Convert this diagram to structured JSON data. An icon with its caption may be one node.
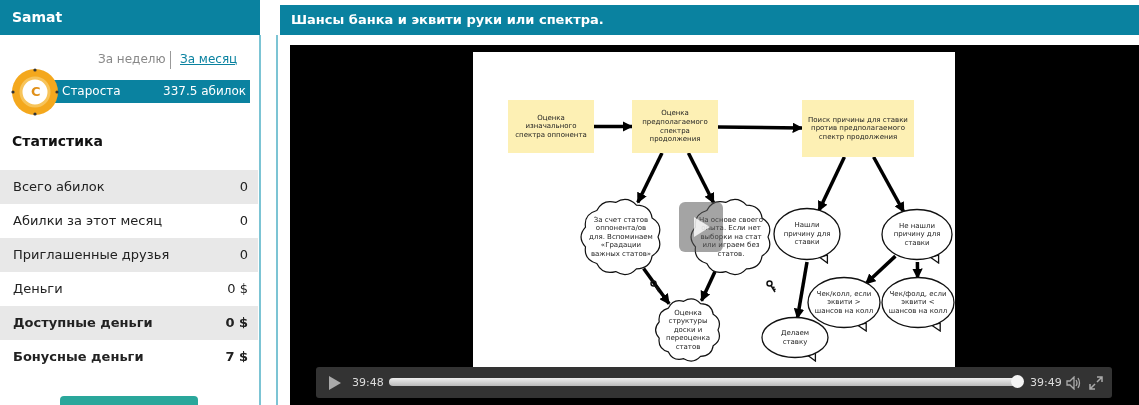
{
  "diagram": {
    "title": "Шансы банка и эквити руки или спектра.",
    "nodes": [
      {
        "text": [
          "Оценка изначального спектра оппонента"
        ]
      },
      {
        "text": [
          "Оценка предполагаемого спектра продолжения"
        ]
      },
      {
        "text": [
          "Поиск причины для ставки против предполагаемого спектр продолжения"
        ]
      },
      {
        "text": [
          "За счет статов оппонента/ов для. Вспоминаем «Градации важных статов»"
        ]
      },
      {
        "text": [
          "На основе своего опыта. Если нет выборки на стат или играем без статов."
        ]
      },
      {
        "text": [
          "Нашли причину для ставки"
        ]
      },
      {
        "text": [
          "Не нашли причину для ставки"
        ]
      },
      {
        "text": [
          "Оценка структуры доски и переоценка статов"
        ]
      },
      {
        "text": [
          "Чек/колл, если эквити > шансов на колл"
        ]
      },
      {
        "text": [
          "Чек/фолд, если эквити < шансов на колл"
        ]
      },
      {
        "text": [
          "Делаем ставку"
        ]
      }
    ],
    "edges": [
      {
        "from": 0,
        "to": 1,
        "arrow": "to"
      },
      {
        "from": 1,
        "to": 2,
        "arrow": "to"
      },
      {
        "from": 1,
        "to": 3,
        "arrow": "to"
      },
      {
        "from": 1,
        "to": 4,
        "arrow": "to"
      },
      {
        "from": 2,
        "to": 5,
        "arrow": "to"
      },
      {
        "from": 2,
        "to": 6,
        "arrow": "to"
      },
      {
        "from": 3,
        "to": 7,
        "arrow": "to"
      },
      {
        "from": 4,
        "to": 7,
        "arrow": "to"
      },
      {
        "from": 5,
        "to": 10,
        "arrow": "to"
      },
      {
        "from": 6,
        "to": 8,
        "arrow": "to"
      },
      {
        "from": 6,
        "to": 9,
        "arrow": "to"
      }
    ],
    "labels": [
      "Samat",
      "За неделю",
      "За месяц",
      "C",
      "Староста",
      "337.5 абилок",
      "Статистика",
      "Всего абилок",
      "0",
      "Абилки за этот месяц",
      "0",
      "Приглашенные друзья",
      "0",
      "Деньги",
      "0 $",
      "Доступные деньги",
      "0 $",
      "Бонусные деньги",
      "7 $",
      "39:48",
      "39:49"
    ]
  }
}
